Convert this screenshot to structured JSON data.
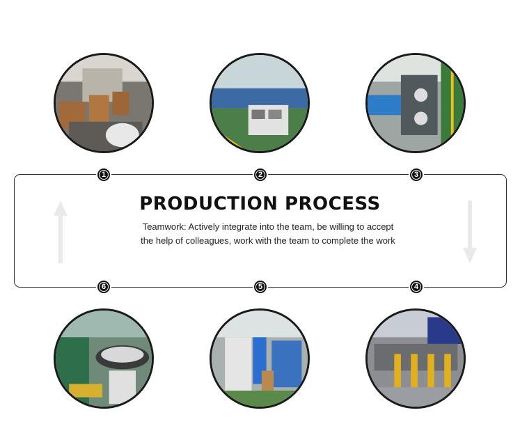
{
  "heading": "PRODUCTION PROCESS",
  "description": "Teamwork: Actively integrate into the team, be willing to accept the help of colleagues, work with the team to complete the work",
  "steps": [
    "1",
    "2",
    "3",
    "4",
    "5",
    "6"
  ],
  "colors": {
    "border": "#2b2b2b",
    "badge": "#111111",
    "text": "#222222"
  },
  "icons": [
    "up-arrow-icon",
    "down-arrow-icon"
  ]
}
